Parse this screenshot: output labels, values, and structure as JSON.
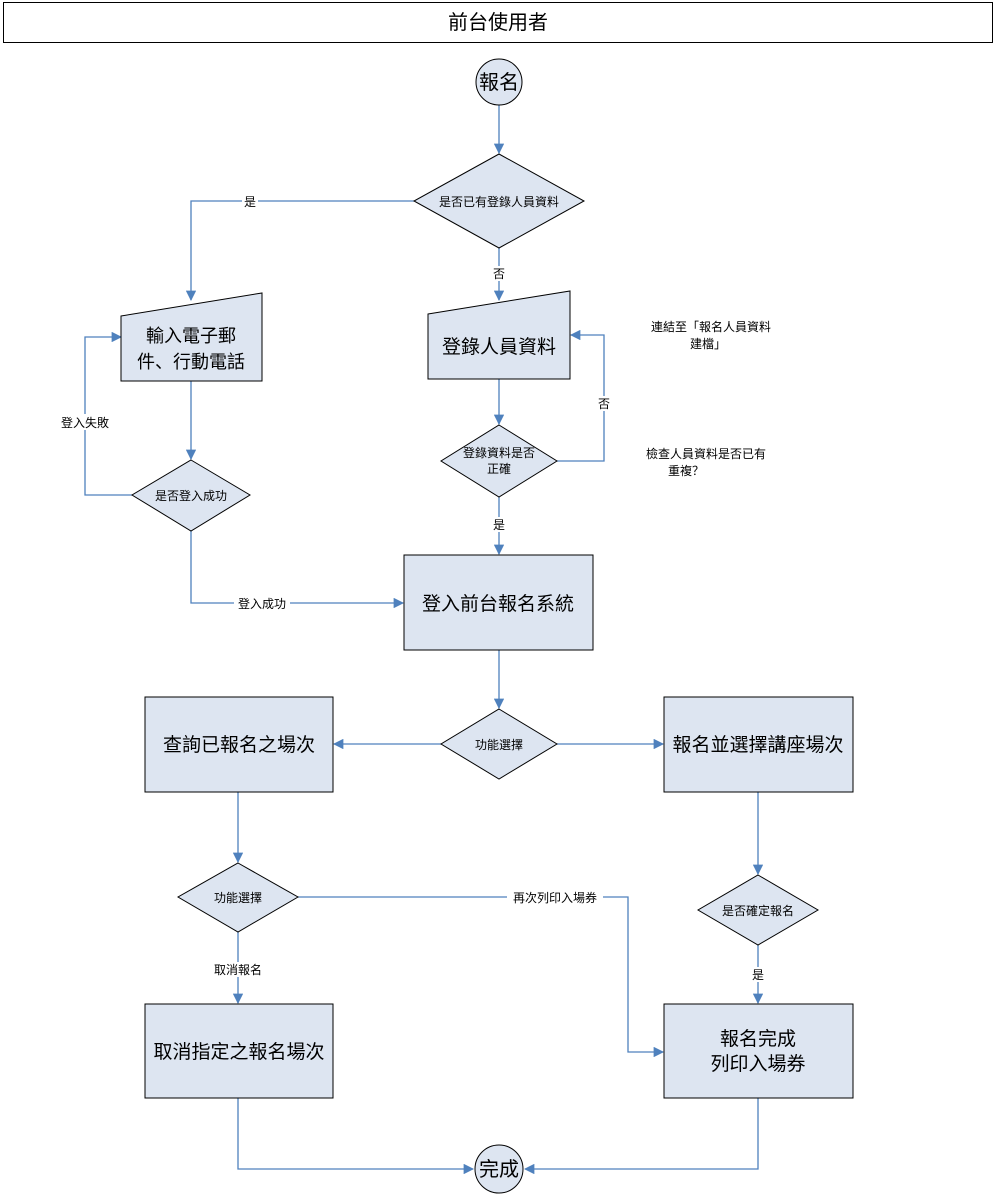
{
  "header": {
    "title": "前台使用者"
  },
  "colors": {
    "edge": "#4f81bd",
    "node_fill": "#dde5f1",
    "node_stroke": "#000000"
  },
  "nodes": {
    "start": "報名",
    "has_data": "是否已有登錄人員資料",
    "input_email": [
      "輸入電子郵",
      "件、行動電話"
    ],
    "register": "登錄人員資料",
    "data_correct": [
      "登錄資料是否",
      "正確"
    ],
    "login_ok": "是否登入成功",
    "login_system": "登入前台報名系統",
    "func_select_1": "功能選擇",
    "query": "查詢已報名之場次",
    "signup": "報名並選擇講座場次",
    "func_select_2": "功能選擇",
    "confirm": "是否確定報名",
    "cancel": "取消指定之報名場次",
    "complete_print": [
      "報名完成",
      "列印入場券"
    ],
    "end": "完成"
  },
  "edge_labels": {
    "yes_left": "是",
    "no_down": "否",
    "login_fail": "登入失敗",
    "no_loop": "否",
    "yes_down": "是",
    "login_success": "登入成功",
    "reprint": "再次列印入場券",
    "cancel_signup": "取消報名",
    "confirm_yes": "是"
  },
  "annotations": {
    "link_note": [
      "連結至「報名人員資料",
      "建檔」"
    ],
    "dup_note": [
      "檢查人員資料是否已有",
      "重複？"
    ]
  }
}
